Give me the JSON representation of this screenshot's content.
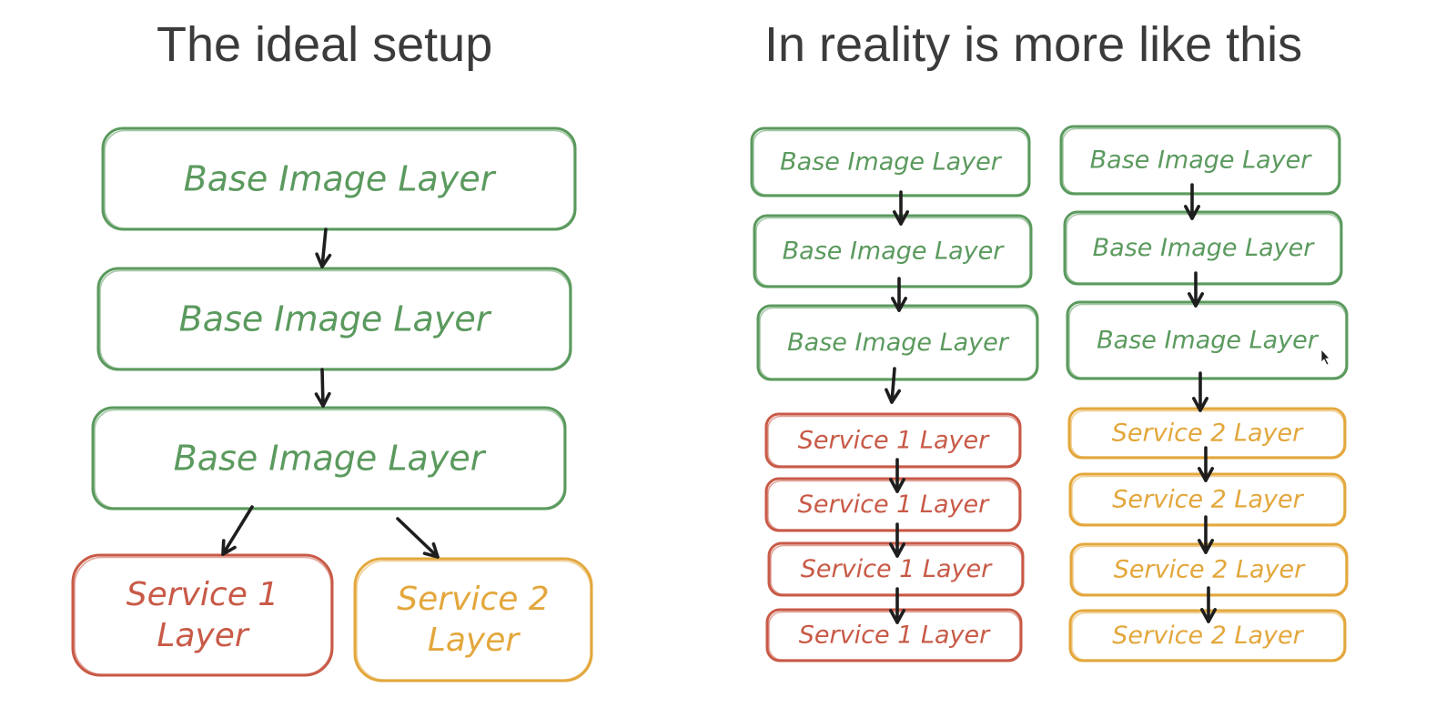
{
  "titles": {
    "left": "The ideal setup",
    "right": "In reality is more like this"
  },
  "colors": {
    "green": "#5b9a5e",
    "red": "#c85a47",
    "orange": "#e3a73c",
    "arrow": "#1e1e1e",
    "title": "#3b3b3b"
  },
  "ideal": {
    "base_layers": [
      "Base Image Layer",
      "Base Image Layer",
      "Base Image Layer"
    ],
    "service1": [
      "Service 1",
      "Layer"
    ],
    "service2": [
      "Service 2",
      "Layer"
    ]
  },
  "reality": {
    "column1": {
      "base_layers": [
        "Base Image Layer",
        "Base Image Layer",
        "Base Image Layer"
      ],
      "service_layers": [
        "Service 1 Layer",
        "Service 1 Layer",
        "Service 1 Layer",
        "Service 1 Layer"
      ]
    },
    "column2": {
      "base_layers": [
        "Base Image Layer",
        "Base Image Layer",
        "Base Image Layer"
      ],
      "service_layers": [
        "Service 2 Layer",
        "Service 2 Layer",
        "Service 2 Layer",
        "Service 2 Layer"
      ]
    }
  }
}
